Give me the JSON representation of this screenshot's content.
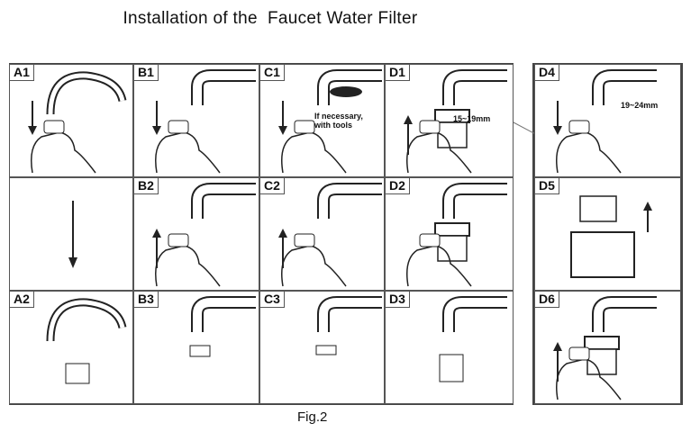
{
  "title": "Installation of the  Faucet Water Filter",
  "caption": "Fig.2",
  "panels": [
    {
      "id": "A1",
      "label": "A1"
    },
    {
      "id": "B1",
      "label": "B1"
    },
    {
      "id": "C1",
      "label": "C1",
      "note": "If necessary,\nwith tools"
    },
    {
      "id": "D1",
      "label": "D1",
      "note": "15~19mm"
    },
    {
      "id": "blank",
      "label": ""
    },
    {
      "id": "B2",
      "label": "B2"
    },
    {
      "id": "C2",
      "label": "C2"
    },
    {
      "id": "D2",
      "label": "D2"
    },
    {
      "id": "A2",
      "label": "A2"
    },
    {
      "id": "B3",
      "label": "B3"
    },
    {
      "id": "C3",
      "label": "C3"
    },
    {
      "id": "D3",
      "label": "D3"
    },
    {
      "id": "D4",
      "label": "D4",
      "note": "19~24mm"
    },
    {
      "id": "D5",
      "label": "D5"
    },
    {
      "id": "D6",
      "label": "D6"
    }
  ]
}
